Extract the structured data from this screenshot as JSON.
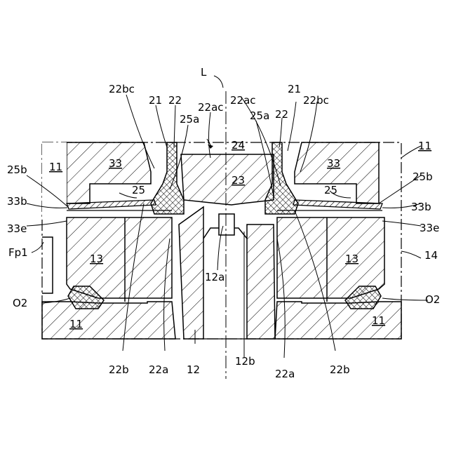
{
  "figure": {
    "labels": {
      "L": "L",
      "n22bc_left": "22bc",
      "n21_left": "21",
      "n22_left": "22",
      "n22ac_left": "22ac",
      "n25a_left": "25a",
      "n22ac_right": "22ac",
      "n21_right": "21",
      "n22bc_right": "22bc",
      "n25a_right": "25a",
      "n22_right": "22",
      "n11_top_left": "11",
      "n33_left": "33",
      "n24": "24",
      "n33_right": "33",
      "n11_top_right": "11",
      "n23": "23",
      "n25b_left": "25b",
      "n25_left": "25",
      "n25_right": "25",
      "n25b_right": "25b",
      "n33b_left": "33b",
      "n33b_right": "33b",
      "n33e_left": "33e",
      "n33e_right": "33e",
      "fp1": "Fp1",
      "n13_left": "13",
      "n13_right": "13",
      "n14": "14",
      "n12a": "12a",
      "o2_left": "O2",
      "o2_right": "O2",
      "n11_bottom_left": "11",
      "n11_bottom_right": "11",
      "n22b_left": "22b",
      "n22a_left": "22a",
      "n12": "12",
      "n12b": "12b",
      "n22a_right": "22a",
      "n22b_right": "22b"
    }
  }
}
